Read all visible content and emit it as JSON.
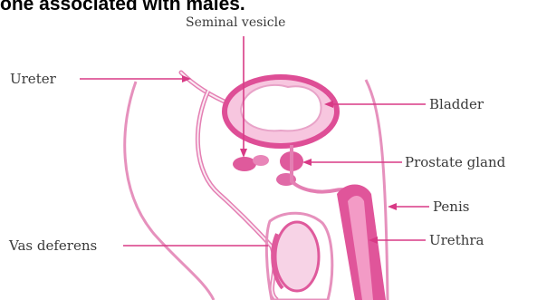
{
  "caption": "one associated with males.",
  "labels": {
    "seminal_vesicle": "Seminal vesicle",
    "ureter": "Ureter",
    "bladder": "Bladder",
    "prostate_gland": "Prostate gland",
    "penis": "Penis",
    "urethra": "Urethra",
    "vas_deferens": "Vas deferens"
  },
  "colors": {
    "tissue": "#e0559a",
    "tissue_light": "#f7d3e6",
    "tissue_fill": "#fbeaf3",
    "leader": "#d83a86"
  }
}
